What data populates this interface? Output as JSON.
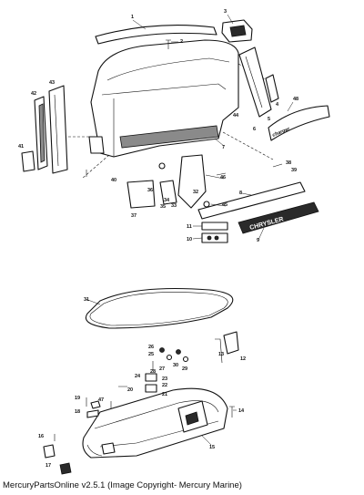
{
  "caption": "MercuryPartsOnline v2.5.1 (Image Copyright- Mercury Marine)",
  "decals": {
    "chrysler": "CHRYSLER",
    "charger": "charger"
  },
  "callouts": [
    "1",
    "2",
    "3",
    "4",
    "5",
    "6",
    "7",
    "8",
    "9",
    "10",
    "11",
    "12",
    "13",
    "14",
    "15",
    "16",
    "17",
    "18",
    "19",
    "20",
    "21",
    "22",
    "23",
    "24",
    "25",
    "26",
    "27",
    "28",
    "29",
    "30",
    "31",
    "32",
    "33",
    "34",
    "35",
    "36",
    "37",
    "38",
    "39",
    "40",
    "41",
    "42",
    "43",
    "44",
    "45",
    "46",
    "47",
    "48"
  ]
}
